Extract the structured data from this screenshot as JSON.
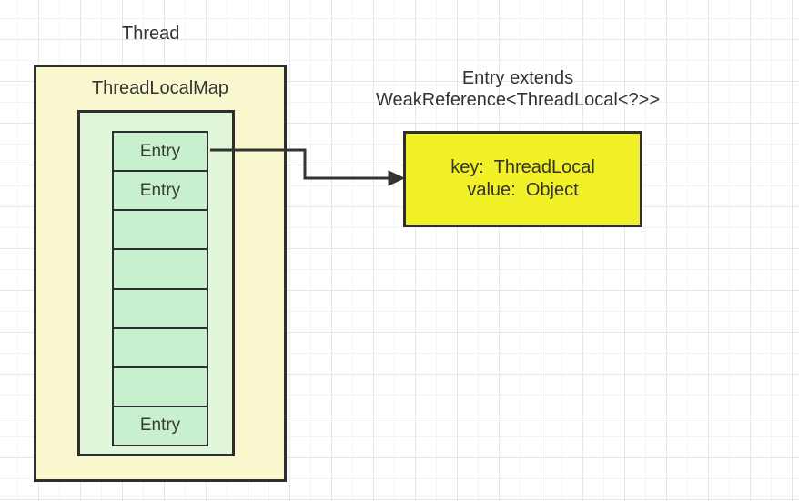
{
  "labels": {
    "thread": "Thread",
    "map_title": "ThreadLocalMap",
    "note_line1": "Entry extends",
    "note_line2": "WeakReference<ThreadLocal<?>>"
  },
  "entry_stack": {
    "cells": [
      {
        "label": "Entry"
      },
      {
        "label": "Entry"
      },
      {
        "label": ""
      },
      {
        "label": ""
      },
      {
        "label": ""
      },
      {
        "label": ""
      },
      {
        "label": ""
      },
      {
        "label": "Entry"
      }
    ]
  },
  "entry_detail": {
    "key_line": "key:  ThreadLocal",
    "value_line": "value:  Object"
  },
  "colors": {
    "outer_box_fill": "#f8f7cd",
    "inner_panel_fill": "#e2f6da",
    "cell_fill": "#c8f0cf",
    "detail_box_fill": "#f2f127",
    "border": "#2e2e2e",
    "text": "#333333",
    "grid_major": "#e7e7e7",
    "grid_minor": "#f4f4f4"
  }
}
